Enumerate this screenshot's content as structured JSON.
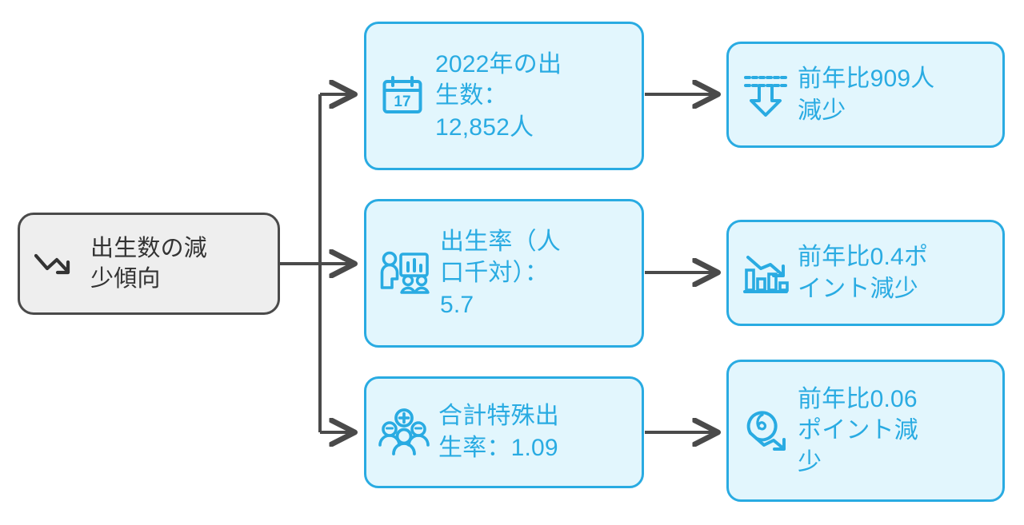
{
  "diagram": {
    "type": "tree-flowchart",
    "orientation": "left-to-right",
    "colors": {
      "root_fill": "#eeeeee",
      "root_border": "#4a4a4a",
      "root_text": "#333333",
      "node_fill": "#e2f6fd",
      "node_border": "#29abe2",
      "node_text": "#29abe2",
      "connector": "#4a4a4a",
      "background": "#ffffff"
    },
    "root": {
      "label": "出生数の減\n少傾向",
      "icon": "trend-down-arrow-icon"
    },
    "branches": [
      {
        "id": "births",
        "middle": {
          "label": "2022年の出\n生数：\n12,852人",
          "icon": "calendar-icon",
          "icon_text": "17"
        },
        "right": {
          "label": "前年比909人\n減少",
          "icon": "down-arrow-decrease-icon"
        }
      },
      {
        "id": "birth-rate",
        "middle": {
          "label": "出生率（人\n口千対）：\n5.7",
          "icon": "population-presentation-icon"
        },
        "right": {
          "label": "前年比0.4ポ\nイント減少",
          "icon": "bar-chart-decline-icon"
        }
      },
      {
        "id": "total-fertility-rate",
        "middle": {
          "label": "合計特殊出\n生率：1.09",
          "icon": "family-plus-icon"
        },
        "right": {
          "label": "前年比0.06\nポイント減\n少",
          "icon": "rate-decline-circle-icon"
        }
      }
    ]
  }
}
